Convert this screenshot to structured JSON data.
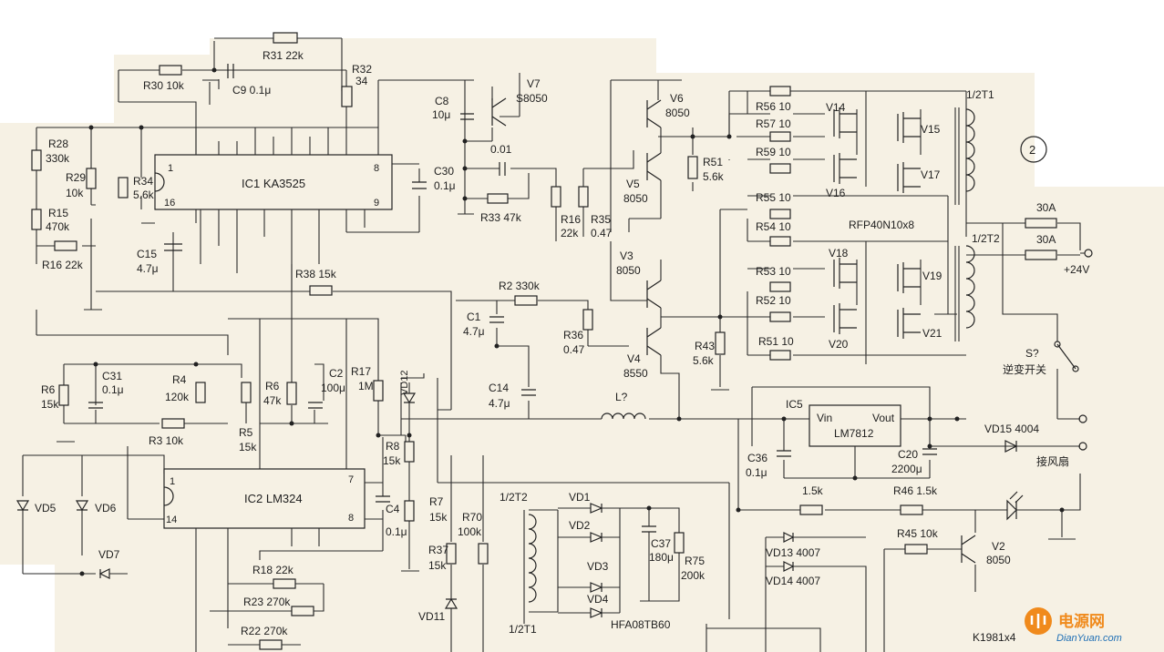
{
  "colors": {
    "paper": "#f6f1e4",
    "ink": "#222222",
    "wm_orange": "#f08a1c",
    "wm_blue": "#1f6fb5"
  },
  "top": {
    "r31": "R31  22k",
    "r32": "R32",
    "r32v": "34",
    "r30": "R30  10k",
    "c9": "C9  0.1μ",
    "c8": "C8",
    "c8v": "10μ",
    "v7": "V7",
    "v7t": "S8050",
    "c001": "0.01",
    "r33": "R33  47k",
    "c30": "C30",
    "c30v": "0.1μ"
  },
  "ic1": {
    "name": "IC1  KA3525",
    "p1": "1",
    "p16": "16",
    "p8": "8",
    "p9": "9"
  },
  "left": {
    "r28": "R28",
    "r28v": "330k",
    "r29": "R29",
    "r29v": "10k",
    "r15": "R15",
    "r15v": "470k",
    "r16": "R16  22k",
    "r34": "R34",
    "r34v": "5.6k",
    "c15": "C15",
    "c15v": "4.7μ",
    "r38": "R38  15k"
  },
  "mid": {
    "r16b": "R16",
    "r16bv": "22k",
    "r35": "R35",
    "r35v": "0.47",
    "r2": "R2  330k",
    "c1": "C1",
    "c1v": "4.7μ",
    "c14": "C14",
    "c14v": "4.7μ",
    "r36": "R36",
    "r36v": "0.47",
    "l": "L?"
  },
  "drivers": {
    "v6": "V6",
    "v6t": "8050",
    "v5": "V5",
    "v5t": "8050",
    "r51": "R51",
    "r51v": "5.6k",
    "v3": "V3",
    "v3t": "8050",
    "v4": "V4",
    "v4t": "8550",
    "r43": "R43",
    "r43v": "5.6k"
  },
  "mos": {
    "r56": "R56  10",
    "r57": "R57  10",
    "r59": "R59  10",
    "r55": "R55  10",
    "r54": "R54  10",
    "r53": "R53  10",
    "r52": "R52  10",
    "r51b": "R51  10",
    "v14": "V14",
    "v15": "V15",
    "v16": "V16",
    "v17": "V17",
    "v18": "V18",
    "v19": "V19",
    "v20": "V20",
    "v21": "V21",
    "note": "RFP40N10x8"
  },
  "right": {
    "t1": "1/2T1",
    "t2": "1/2T2",
    "circle": "2",
    "f1": "30A",
    "f2": "30A",
    "v24": "+24V",
    "s": "S?",
    "inv": "逆变开关",
    "ic5": "IC5",
    "vin": "Vin",
    "vout": "Vout",
    "lm": "LM7812",
    "c36": "C36",
    "c36v": "0.1μ",
    "c20": "C20",
    "c20v": "2200μ",
    "vd15": "VD15  4004",
    "fan": "接风扇",
    "r15k": "1.5k",
    "r46": "R46  1.5k",
    "r45": "R45  10k",
    "v2": "V2",
    "v2t": "8050",
    "vd13": "VD13  4007",
    "vd14": "VD14  4007",
    "k": "K1981x4"
  },
  "lower": {
    "r6": "R6",
    "r6v": "15k",
    "c31": "C31",
    "c31v": "0.1μ",
    "r4": "R4",
    "r4v": "120k",
    "r3": "R3  10k",
    "r5": "R5",
    "r5v": "15k",
    "r6b": "R6",
    "r6bv": "47k",
    "c2": "C2",
    "c2v": "100μ",
    "r17": "R17",
    "r17v": "1M",
    "vd12": "VD12",
    "r8": "R8",
    "r8v": "15k",
    "c4": "C4",
    "c4v": "0.1μ",
    "r7": "R7",
    "r7v": "15k",
    "r70": "R70",
    "r70v": "100k",
    "r37": "R37",
    "r37v": "15k",
    "vd11": "VD11",
    "vd5": "VD5",
    "vd6": "VD6",
    "vd7": "VD7",
    "r18": "R18  22k",
    "r23": "R23  270k",
    "r22": "R22  270k"
  },
  "ic2": {
    "name": "IC2  LM324",
    "p1": "1",
    "p14": "14",
    "p7": "7",
    "p8": "8"
  },
  "rect": {
    "t2": "1/2T2",
    "t1": "1/2T1",
    "vd1": "VD1",
    "vd2": "VD2",
    "vd3": "VD3",
    "vd4": "VD4",
    "hfa": "HFA08TB60",
    "c37": "C37",
    "c37v": "180μ",
    "r75": "R75",
    "r75v": "200k"
  },
  "watermark": {
    "brand": "电源网",
    "site": "DianYuan.com"
  }
}
